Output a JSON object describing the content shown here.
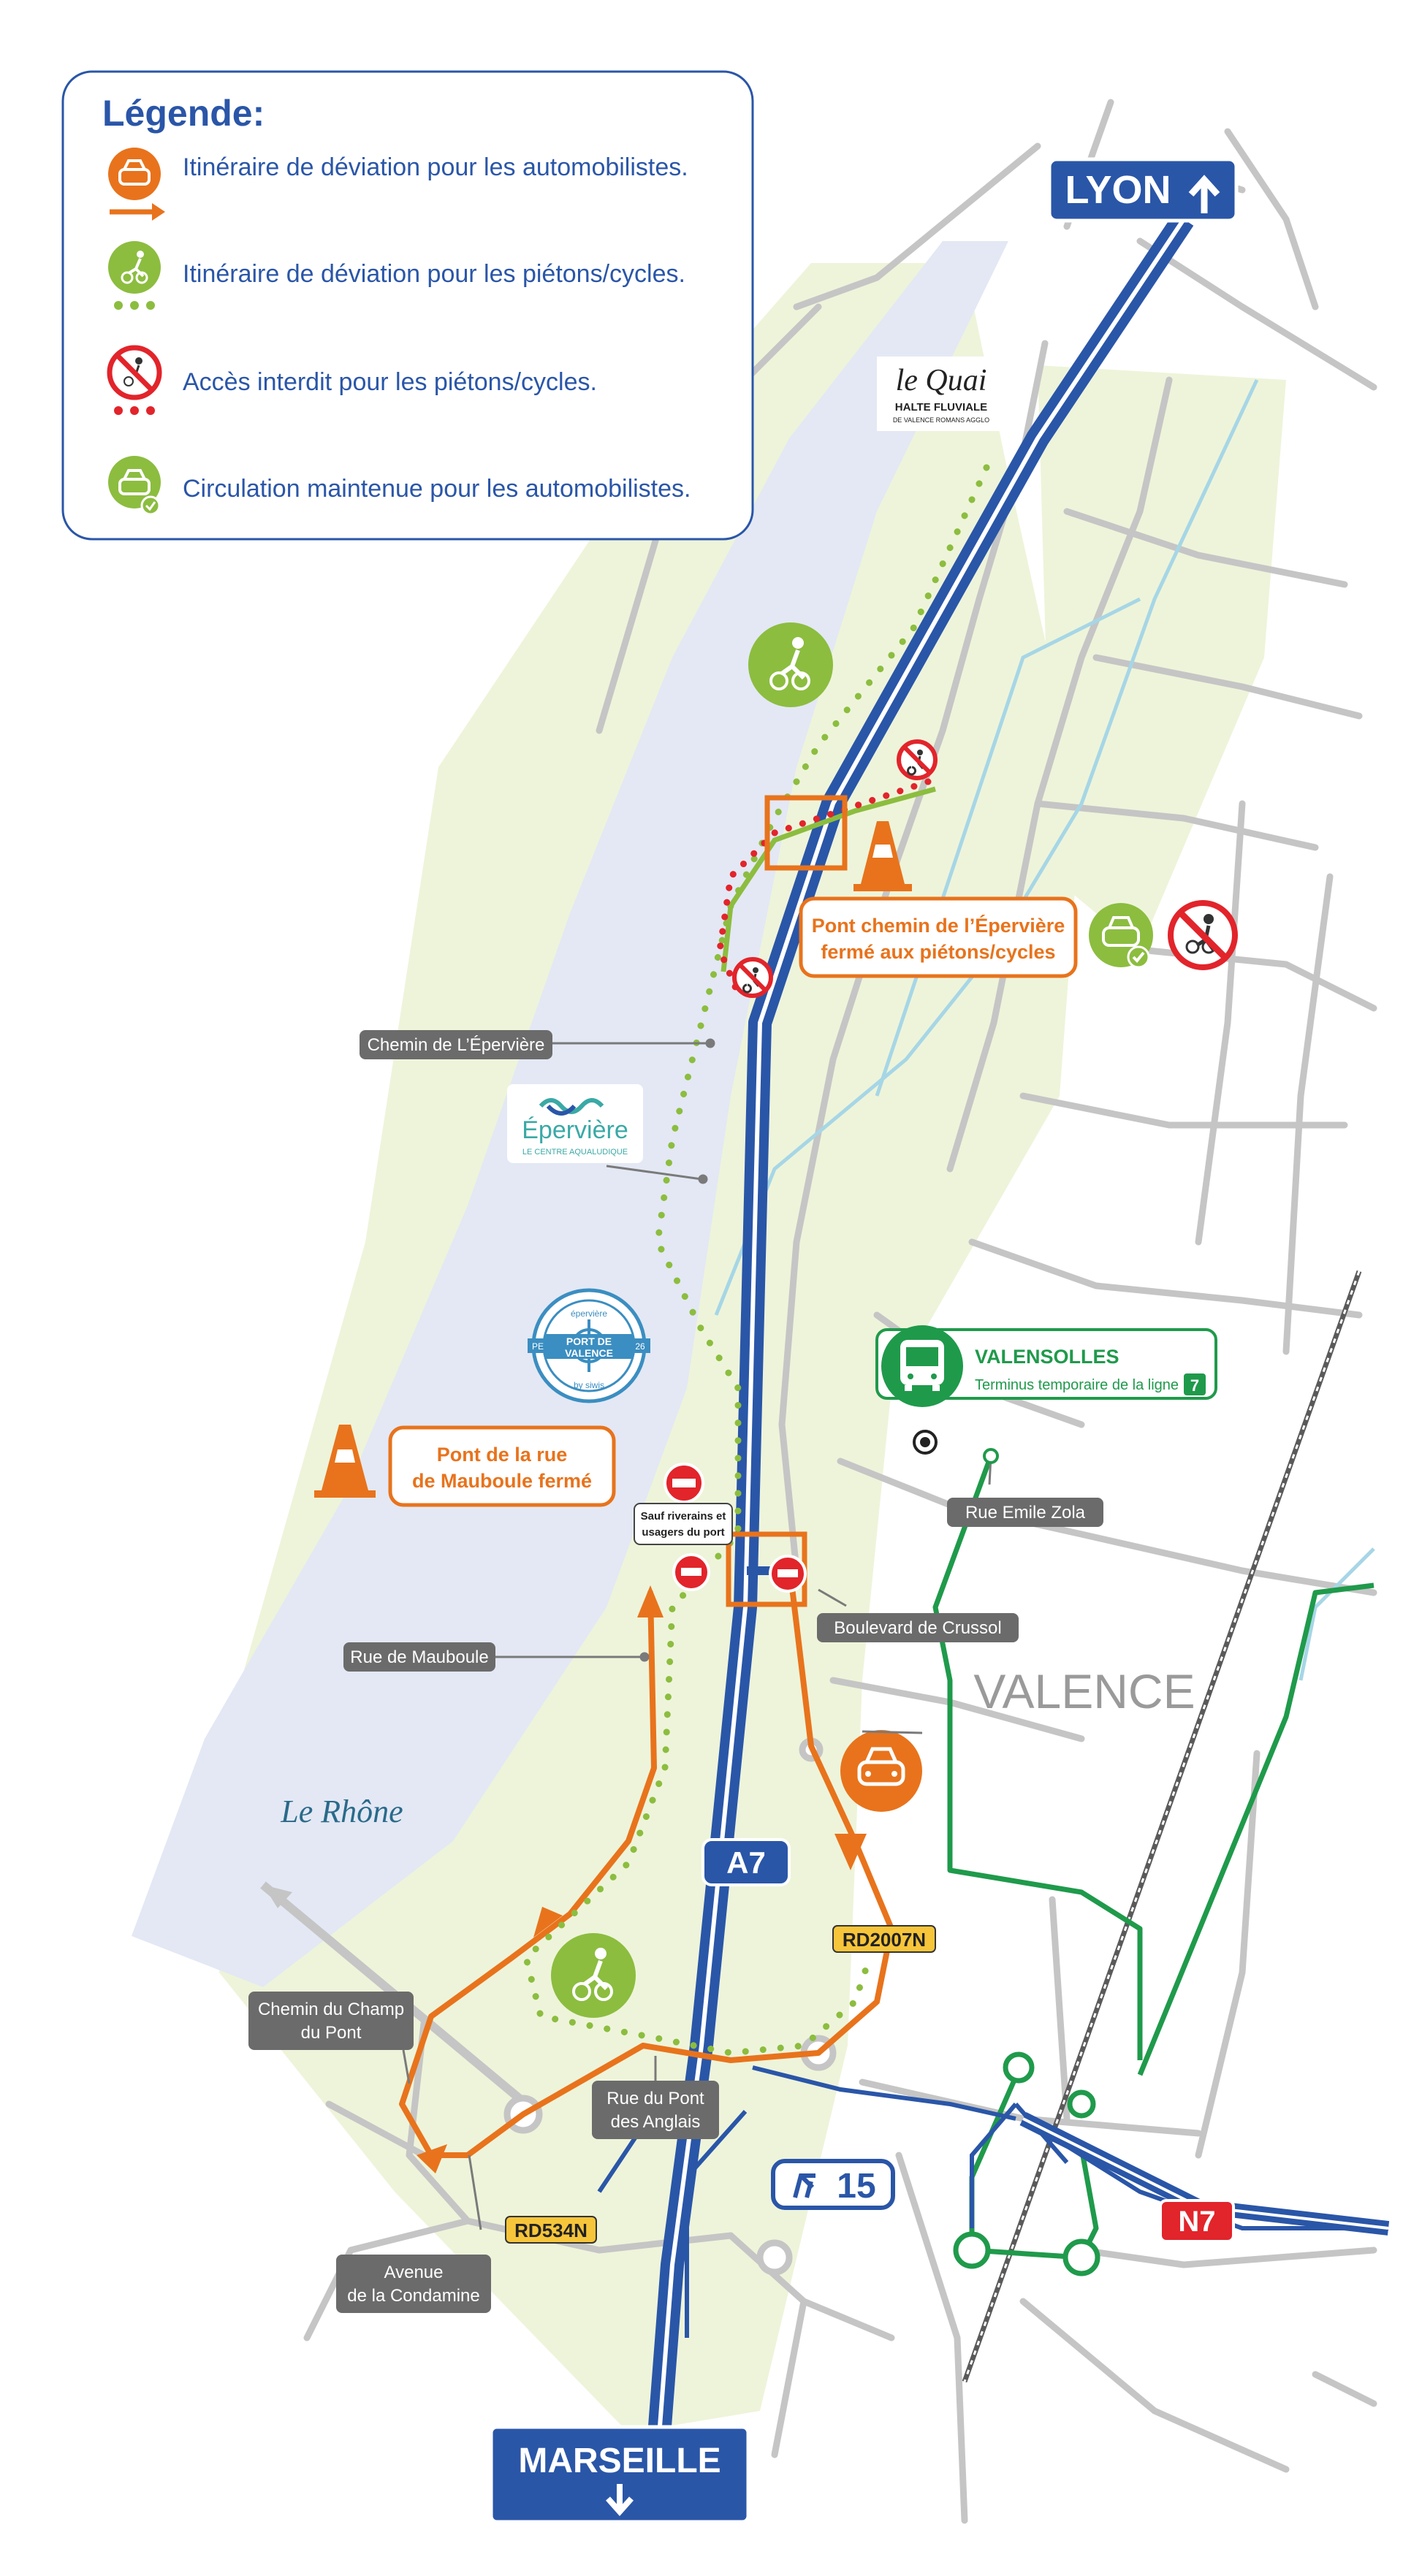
{
  "colors": {
    "orange": "#e8731c",
    "light_green": "#8cbd3f",
    "dark_green": "#1f9a4b",
    "red": "#e2242b",
    "blue": "#2a56a8",
    "river": "#e3e8f4",
    "land": "#eef4da",
    "road": "#c5c5c5",
    "label_gray": "#6b6b6b",
    "tag_yellow": "#f7c53a"
  },
  "legend": {
    "title": "Légende:",
    "items": [
      {
        "icon": "car-detour-icon",
        "text": "Itinéraire de déviation pour les automobilistes."
      },
      {
        "icon": "pedestrian-cycle-detour-icon",
        "text": "Itinéraire de déviation pour les piétons/cycles."
      },
      {
        "icon": "no-pedestrian-cycle-icon",
        "text": "Accès interdit pour les piétons/cycles."
      },
      {
        "icon": "car-allowed-icon",
        "text": "Circulation maintenue pour les automobilistes."
      }
    ]
  },
  "signs": {
    "north": "LYON",
    "south": "MARSEILLE",
    "motorway": "A7",
    "exit": "15",
    "national": "N7"
  },
  "road_tags": {
    "rd2007n": "RD2007N",
    "rd534n": "RD534N"
  },
  "closures": {
    "eperviere": [
      "Pont chemin de l’Épervière",
      "fermé aux piétons/cycles"
    ],
    "mauboule": [
      "Pont de la rue",
      "de Mauboule fermé"
    ],
    "exception": [
      "Sauf riverains et",
      "usagers du port"
    ]
  },
  "street_labels": {
    "chemin_eperviere": "Chemin de L’Épervière",
    "rue_mauboule": "Rue de Mauboule",
    "chemin_champ": [
      "Chemin du Champ",
      "du Pont"
    ],
    "rue_pont_anglais": [
      "Rue du Pont",
      "des Anglais"
    ],
    "avenue_condamine": [
      "Avenue",
      "de la Condamine"
    ],
    "rue_emile_zola": "Rue Emile Zola",
    "boulevard_crussol": "Boulevard de Crussol"
  },
  "places": {
    "river": "Le Rhône",
    "city": "VALENCE"
  },
  "bus": {
    "name": "VALENSOLLES",
    "subtitle": "Terminus temporaire de la ligne",
    "line": "7"
  },
  "logos": {
    "quai": {
      "script": "le Quai",
      "line1": "HALTE FLUVIALE",
      "line2": "DE VALENCE ROMANS AGGLO"
    },
    "eperviere": {
      "name": "Épervière",
      "tagline": "LE CENTRE AQUALUDIQUE"
    },
    "port": {
      "top": "épervière",
      "line1": "PORT DE",
      "line2": "VALENCE",
      "left": "PE",
      "right": "26",
      "bottom": "by siwis"
    }
  }
}
